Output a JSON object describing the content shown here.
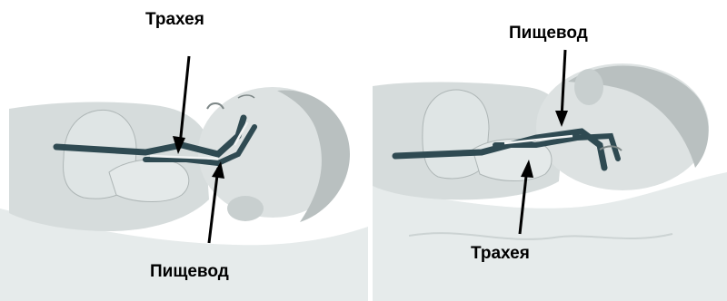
{
  "panels": [
    {
      "id": "left",
      "position": "back",
      "top_label": "Трахея",
      "bottom_label": "Пищевод"
    },
    {
      "id": "right",
      "position": "stomach",
      "top_label": "Пищевод",
      "bottom_label": "Трахея"
    }
  ],
  "colors": {
    "background": "#ffffff",
    "surface": "#e6ebeb",
    "skin": "#d6dcdc",
    "lung": "#dfe5e5",
    "airway": "#2f4a52",
    "highlight": "#f2f4f4",
    "arrow": "#000000"
  }
}
